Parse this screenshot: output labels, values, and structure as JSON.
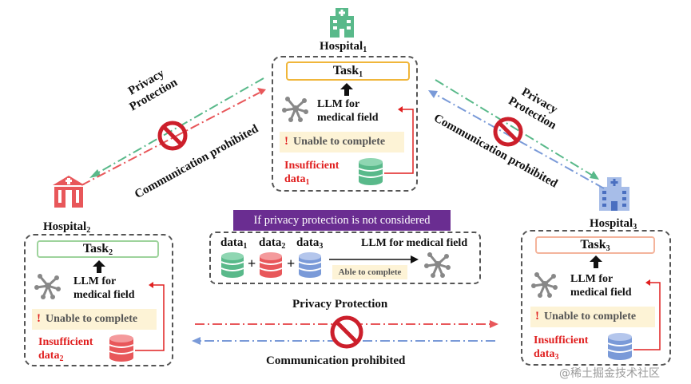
{
  "hospital1": {
    "label": "Hospital",
    "sub": "1",
    "task": "Task",
    "task_sub": "1",
    "llm_line1": "LLM for",
    "llm_line2": "medical field",
    "unable": "Unable to complete",
    "insufficient": "Insufficient",
    "data": "data",
    "data_sub": "1",
    "color": "#59b98a"
  },
  "hospital2": {
    "label": "Hospital",
    "sub": "2",
    "task": "Task",
    "task_sub": "2",
    "llm_line1": "LLM for",
    "llm_line2": "medical field",
    "unable": "Unable to complete",
    "insufficient": "Insufficient",
    "data": "data",
    "data_sub": "2",
    "color": "#e8575a"
  },
  "hospital3": {
    "label": "Hospital",
    "sub": "3",
    "task": "Task",
    "task_sub": "3",
    "llm_line1": "LLM for",
    "llm_line2": "medical field",
    "unable": "Unable to complete",
    "insufficient": "Insufficient",
    "data": "data",
    "data_sub": "3",
    "color": "#7a9ad8"
  },
  "left_link": {
    "privacy": "Privacy",
    "protection": "Protection",
    "comm": "Communication prohibited"
  },
  "right_link": {
    "privacy": "Privacy",
    "protection": "Protection",
    "comm": "Communication prohibited"
  },
  "bottom_link": {
    "privacy": "Privacy Protection",
    "comm": "Communication prohibited"
  },
  "center": {
    "banner": "If privacy protection is not considered",
    "data1": "data",
    "data1_sub": "1",
    "data2": "data",
    "data2_sub": "2",
    "data3": "data",
    "data3_sub": "3",
    "plus": "+",
    "llm": "LLM for medical field",
    "able": "Able to complete",
    "banner_color": "#6a2d91"
  },
  "watermark": "@稀土掘金技术社区",
  "icons": [
    "hospital-icon",
    "brain-network-icon",
    "database-icon",
    "prohibited-icon",
    "up-arrow-icon"
  ]
}
